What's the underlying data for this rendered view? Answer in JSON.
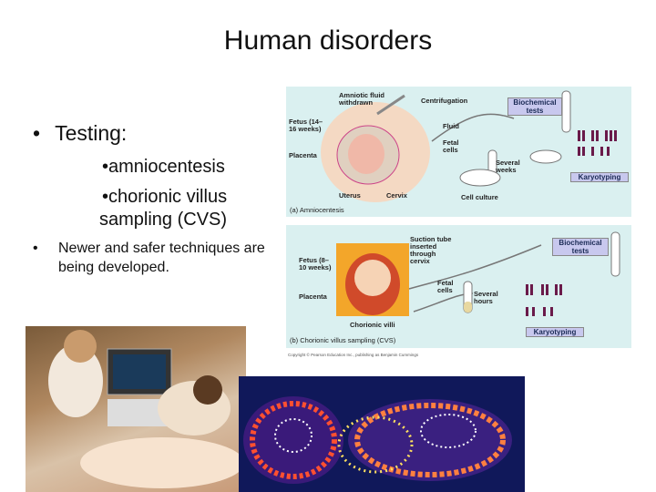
{
  "slide": {
    "title": "Human disorders",
    "bullet1": "Testing:",
    "sub1": "amniocentesis",
    "sub2": "chorionic villus",
    "sub3": "sampling (CVS)",
    "bullet2": "Newer and safer techniques are being developed.",
    "bullet_glyph": "•"
  },
  "diagram_a": {
    "amniotic_fluid": "Amniotic fluid withdrawn",
    "centrifugation": "Centrifugation",
    "fetus": "Fetus (14–16 weeks)",
    "fluid": "Fluid",
    "fetal_cells": "Fetal cells",
    "placenta": "Placenta",
    "several_weeks": "Several weeks",
    "uterus": "Uterus",
    "cervix": "Cervix",
    "cell_culture": "Cell culture",
    "biochemical": "Biochemical tests",
    "karyotyping": "Karyotyping",
    "caption": "(a) Amniocentesis"
  },
  "diagram_b": {
    "suction_tube": "Suction tube inserted through cervix",
    "fetus": "Fetus (8–10 weeks)",
    "fetal_cells": "Fetal cells",
    "placenta": "Placenta",
    "several_hours": "Several hours",
    "chorionic_villi": "Chorionic villi",
    "biochemical": "Biochemical tests",
    "karyotyping": "Karyotyping",
    "caption": "(b) Chorionic villus sampling (CVS)"
  },
  "copyright": "Copyright © Pearson Education Inc., publishing as Benjamin Cummings",
  "colors": {
    "panel_bg": "#daf0f0",
    "tag_bg": "#c8c8ee"
  }
}
